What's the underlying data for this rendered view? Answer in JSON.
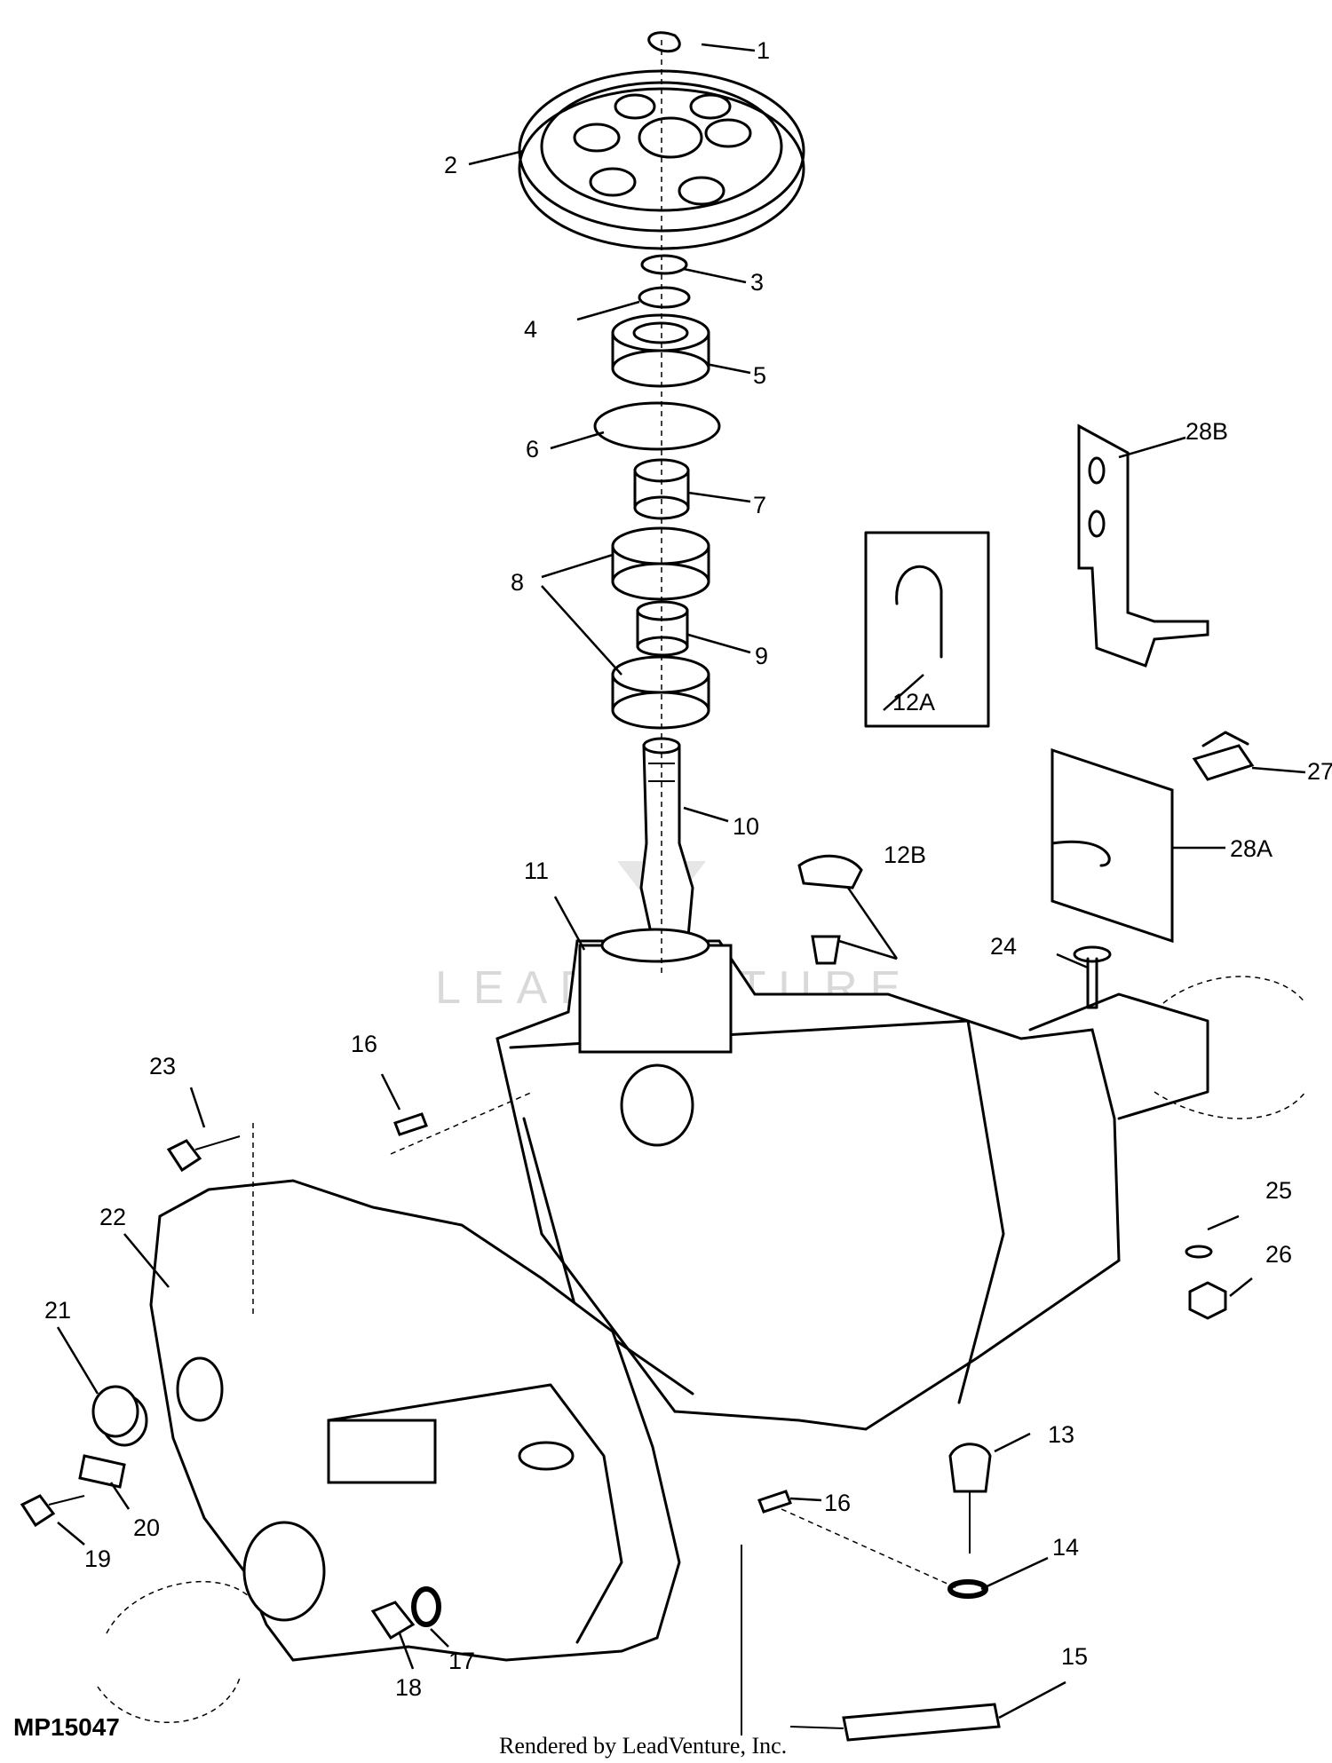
{
  "figure_id": "MP15047",
  "credit": "Rendered by LeadVenture, Inc.",
  "watermark": "LEADVENTURE",
  "callouts": [
    "1",
    "2",
    "3",
    "4",
    "5",
    "6",
    "7",
    "8",
    "9",
    "10",
    "11",
    "12A",
    "12B",
    "13",
    "14",
    "15",
    "16",
    "16",
    "17",
    "18",
    "19",
    "20",
    "21",
    "22",
    "23",
    "24",
    "25",
    "26",
    "27",
    "28A",
    "28B"
  ]
}
